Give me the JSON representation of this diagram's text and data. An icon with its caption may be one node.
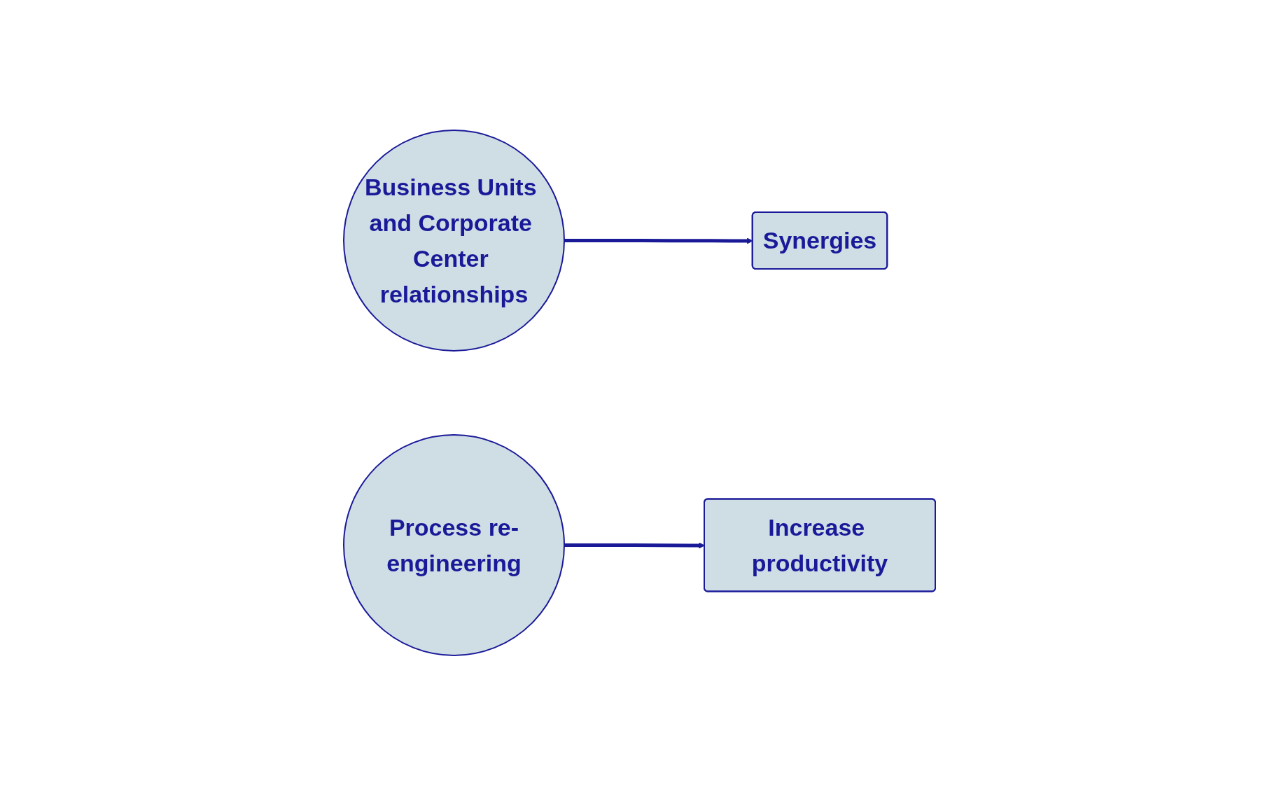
{
  "diagram": {
    "nodes": [
      {
        "text": [
          "Business Units and Corporate Center relationships"
        ]
      },
      {
        "text": [
          "Synergies"
        ]
      },
      {
        "text": [
          "Process re-engineering"
        ]
      },
      {
        "text": [
          "Increase productivity"
        ]
      }
    ],
    "edges": [
      {
        "from": 0,
        "to": 1,
        "arrow": "to"
      },
      {
        "from": 2,
        "to": 3,
        "arrow": "to"
      }
    ]
  }
}
